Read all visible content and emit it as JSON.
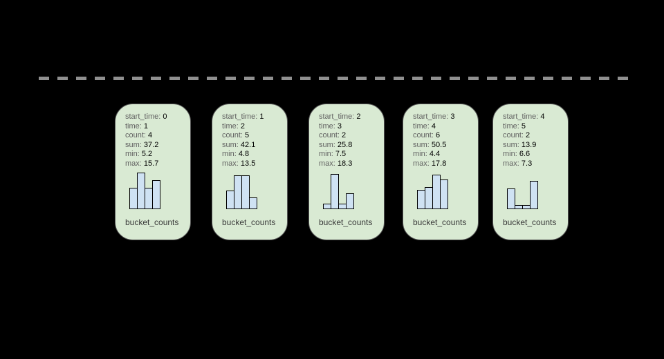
{
  "canvas": {
    "background": "#000000"
  },
  "divider": {
    "type": "dashed-horizontal-line",
    "color": "#909090"
  },
  "colors": {
    "card_background": "#d9ead3",
    "card_border": "#595959",
    "bar_fill": "#cfe2f3",
    "bar_border": "#000000",
    "field_label": "#606060",
    "field_value": "#000000",
    "footer_text": "#383838"
  },
  "cards": [
    {
      "fields": [
        {
          "label": "start_time:",
          "value": "0"
        },
        {
          "label": "time:",
          "value": "1"
        },
        {
          "label": "count:",
          "value": "4"
        },
        {
          "label": "sum:",
          "value": "37.2"
        },
        {
          "label": "min:",
          "value": "5.2"
        },
        {
          "label": "max:",
          "value": "15.7"
        }
      ],
      "histogram_bars": [
        31,
        53,
        31,
        42
      ],
      "footer_label": "bucket_counts"
    },
    {
      "fields": [
        {
          "label": "start_time:",
          "value": "1"
        },
        {
          "label": "time:",
          "value": "2"
        },
        {
          "label": "count:",
          "value": "5"
        },
        {
          "label": "sum:",
          "value": "42.1"
        },
        {
          "label": "min:",
          "value": "4.8"
        },
        {
          "label": "max:",
          "value": "13.5"
        }
      ],
      "histogram_bars": [
        27,
        49,
        49,
        17
      ],
      "footer_label": "bucket_counts"
    },
    {
      "fields": [
        {
          "label": "start_time:",
          "value": "2"
        },
        {
          "label": "time:",
          "value": "3"
        },
        {
          "label": "count:",
          "value": "2"
        },
        {
          "label": "sum:",
          "value": "25.8"
        },
        {
          "label": "min:",
          "value": "7.5"
        },
        {
          "label": "max:",
          "value": "18.3"
        }
      ],
      "histogram_bars": [
        8,
        51,
        8,
        23
      ],
      "footer_label": "bucket_counts"
    },
    {
      "fields": [
        {
          "label": "start_time:",
          "value": "3"
        },
        {
          "label": "time:",
          "value": "4"
        },
        {
          "label": "count:",
          "value": "6"
        },
        {
          "label": "sum:",
          "value": "50.5"
        },
        {
          "label": "min:",
          "value": "4.4"
        },
        {
          "label": "max:",
          "value": "17.8"
        }
      ],
      "histogram_bars": [
        28,
        32,
        50,
        43
      ],
      "footer_label": "bucket_counts"
    },
    {
      "fields": [
        {
          "label": "start_time:",
          "value": "4"
        },
        {
          "label": "time:",
          "value": "5"
        },
        {
          "label": "count:",
          "value": "2"
        },
        {
          "label": "sum:",
          "value": "13.9"
        },
        {
          "label": "min:",
          "value": "6.6"
        },
        {
          "label": "max:",
          "value": "7.3"
        }
      ],
      "histogram_bars": [
        30,
        6,
        6,
        41
      ],
      "footer_label": "bucket_counts"
    }
  ]
}
